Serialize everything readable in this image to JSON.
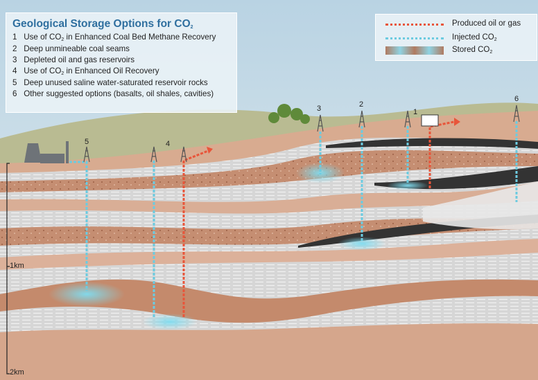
{
  "title": {
    "text": "Geological Storage Options for CO",
    "sub": "2"
  },
  "options": [
    {
      "num": "1",
      "pre": "Use of CO",
      "sub": "2",
      "post": " in Enhanced Coal Bed Methane Recovery"
    },
    {
      "num": "2",
      "pre": "Deep unmineable coal seams",
      "sub": "",
      "post": ""
    },
    {
      "num": "3",
      "pre": "Depleted oil and gas reservoirs",
      "sub": "",
      "post": ""
    },
    {
      "num": "4",
      "pre": "Use of CO",
      "sub": "2",
      "post": " in Enhanced Oil Recovery"
    },
    {
      "num": "5",
      "pre": "Deep unused saline water-saturated reservoir rocks",
      "sub": "",
      "post": ""
    },
    {
      "num": "6",
      "pre": "Other suggested options (basalts, oil shales, cavities)",
      "sub": "",
      "post": ""
    }
  ],
  "legend": {
    "produced": {
      "pre": "Produced oil or gas",
      "sub": ""
    },
    "injected": {
      "pre": "Injected CO",
      "sub": "2"
    },
    "stored": {
      "pre": "Stored CO",
      "sub": "2"
    }
  },
  "wells": {
    "w1": "1",
    "w2": "2",
    "w3": "3",
    "w4": "4",
    "w5": "5",
    "w6": "6"
  },
  "scale": {
    "km1": "1km",
    "km2": "2km"
  },
  "colors": {
    "produced": "#e8553a",
    "injected": "#6ccbe0",
    "title": "#2f6f9f",
    "rock": "#c9937a",
    "shale": "#dcdcdc"
  }
}
